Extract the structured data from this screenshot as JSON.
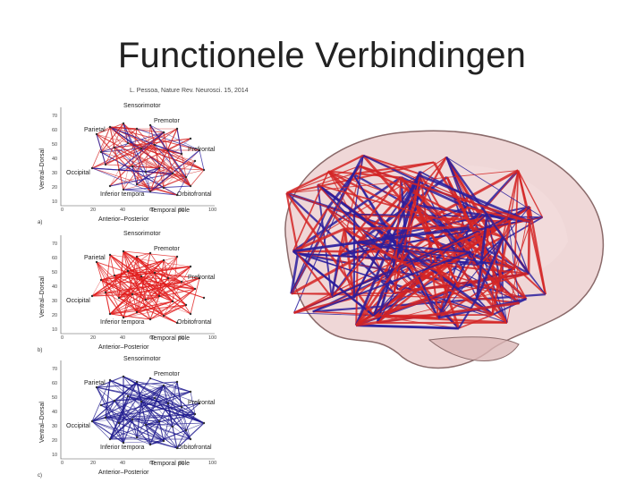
{
  "slide": {
    "title": "Functionele Verbindingen",
    "citation": "L. Pessoa, Nature Rev. Neurosci. 15, 2014"
  },
  "panels": [
    {
      "id": "a",
      "edge_color": "mixed",
      "x_axis_label": "Anterior–Posterior",
      "y_axis_label": "Ventral–Dorsal"
    },
    {
      "id": "b",
      "edge_color": "#e11b1b",
      "x_axis_label": "Anterior–Posterior",
      "y_axis_label": "Ventral–Dorsal"
    },
    {
      "id": "c",
      "edge_color": "#1f1a8f",
      "x_axis_label": "Anterior–Posterior",
      "y_axis_label": "Ventral–Dorsal"
    }
  ],
  "region_labels": {
    "sensorimotor": "Sensorimotor",
    "premotor": "Premotor",
    "parietal": "Parietal",
    "prefrontal": "Prefrontal",
    "occipital": "Occipital",
    "inferior_temporal": "Inferior tempora",
    "orbitofrontal": "Orbitofrontal",
    "temporal_pole": "Temporal pole"
  },
  "x_ticks": [
    "0",
    "20",
    "40",
    "60",
    "80",
    "100"
  ],
  "y_ticks": [
    "10",
    "20",
    "30",
    "40",
    "50",
    "60",
    "70"
  ],
  "panel_letters": [
    "a",
    "b",
    "c"
  ],
  "colors": {
    "red": "#d42424",
    "blue": "#2a1f9e",
    "brain": "#e9c9c9"
  }
}
